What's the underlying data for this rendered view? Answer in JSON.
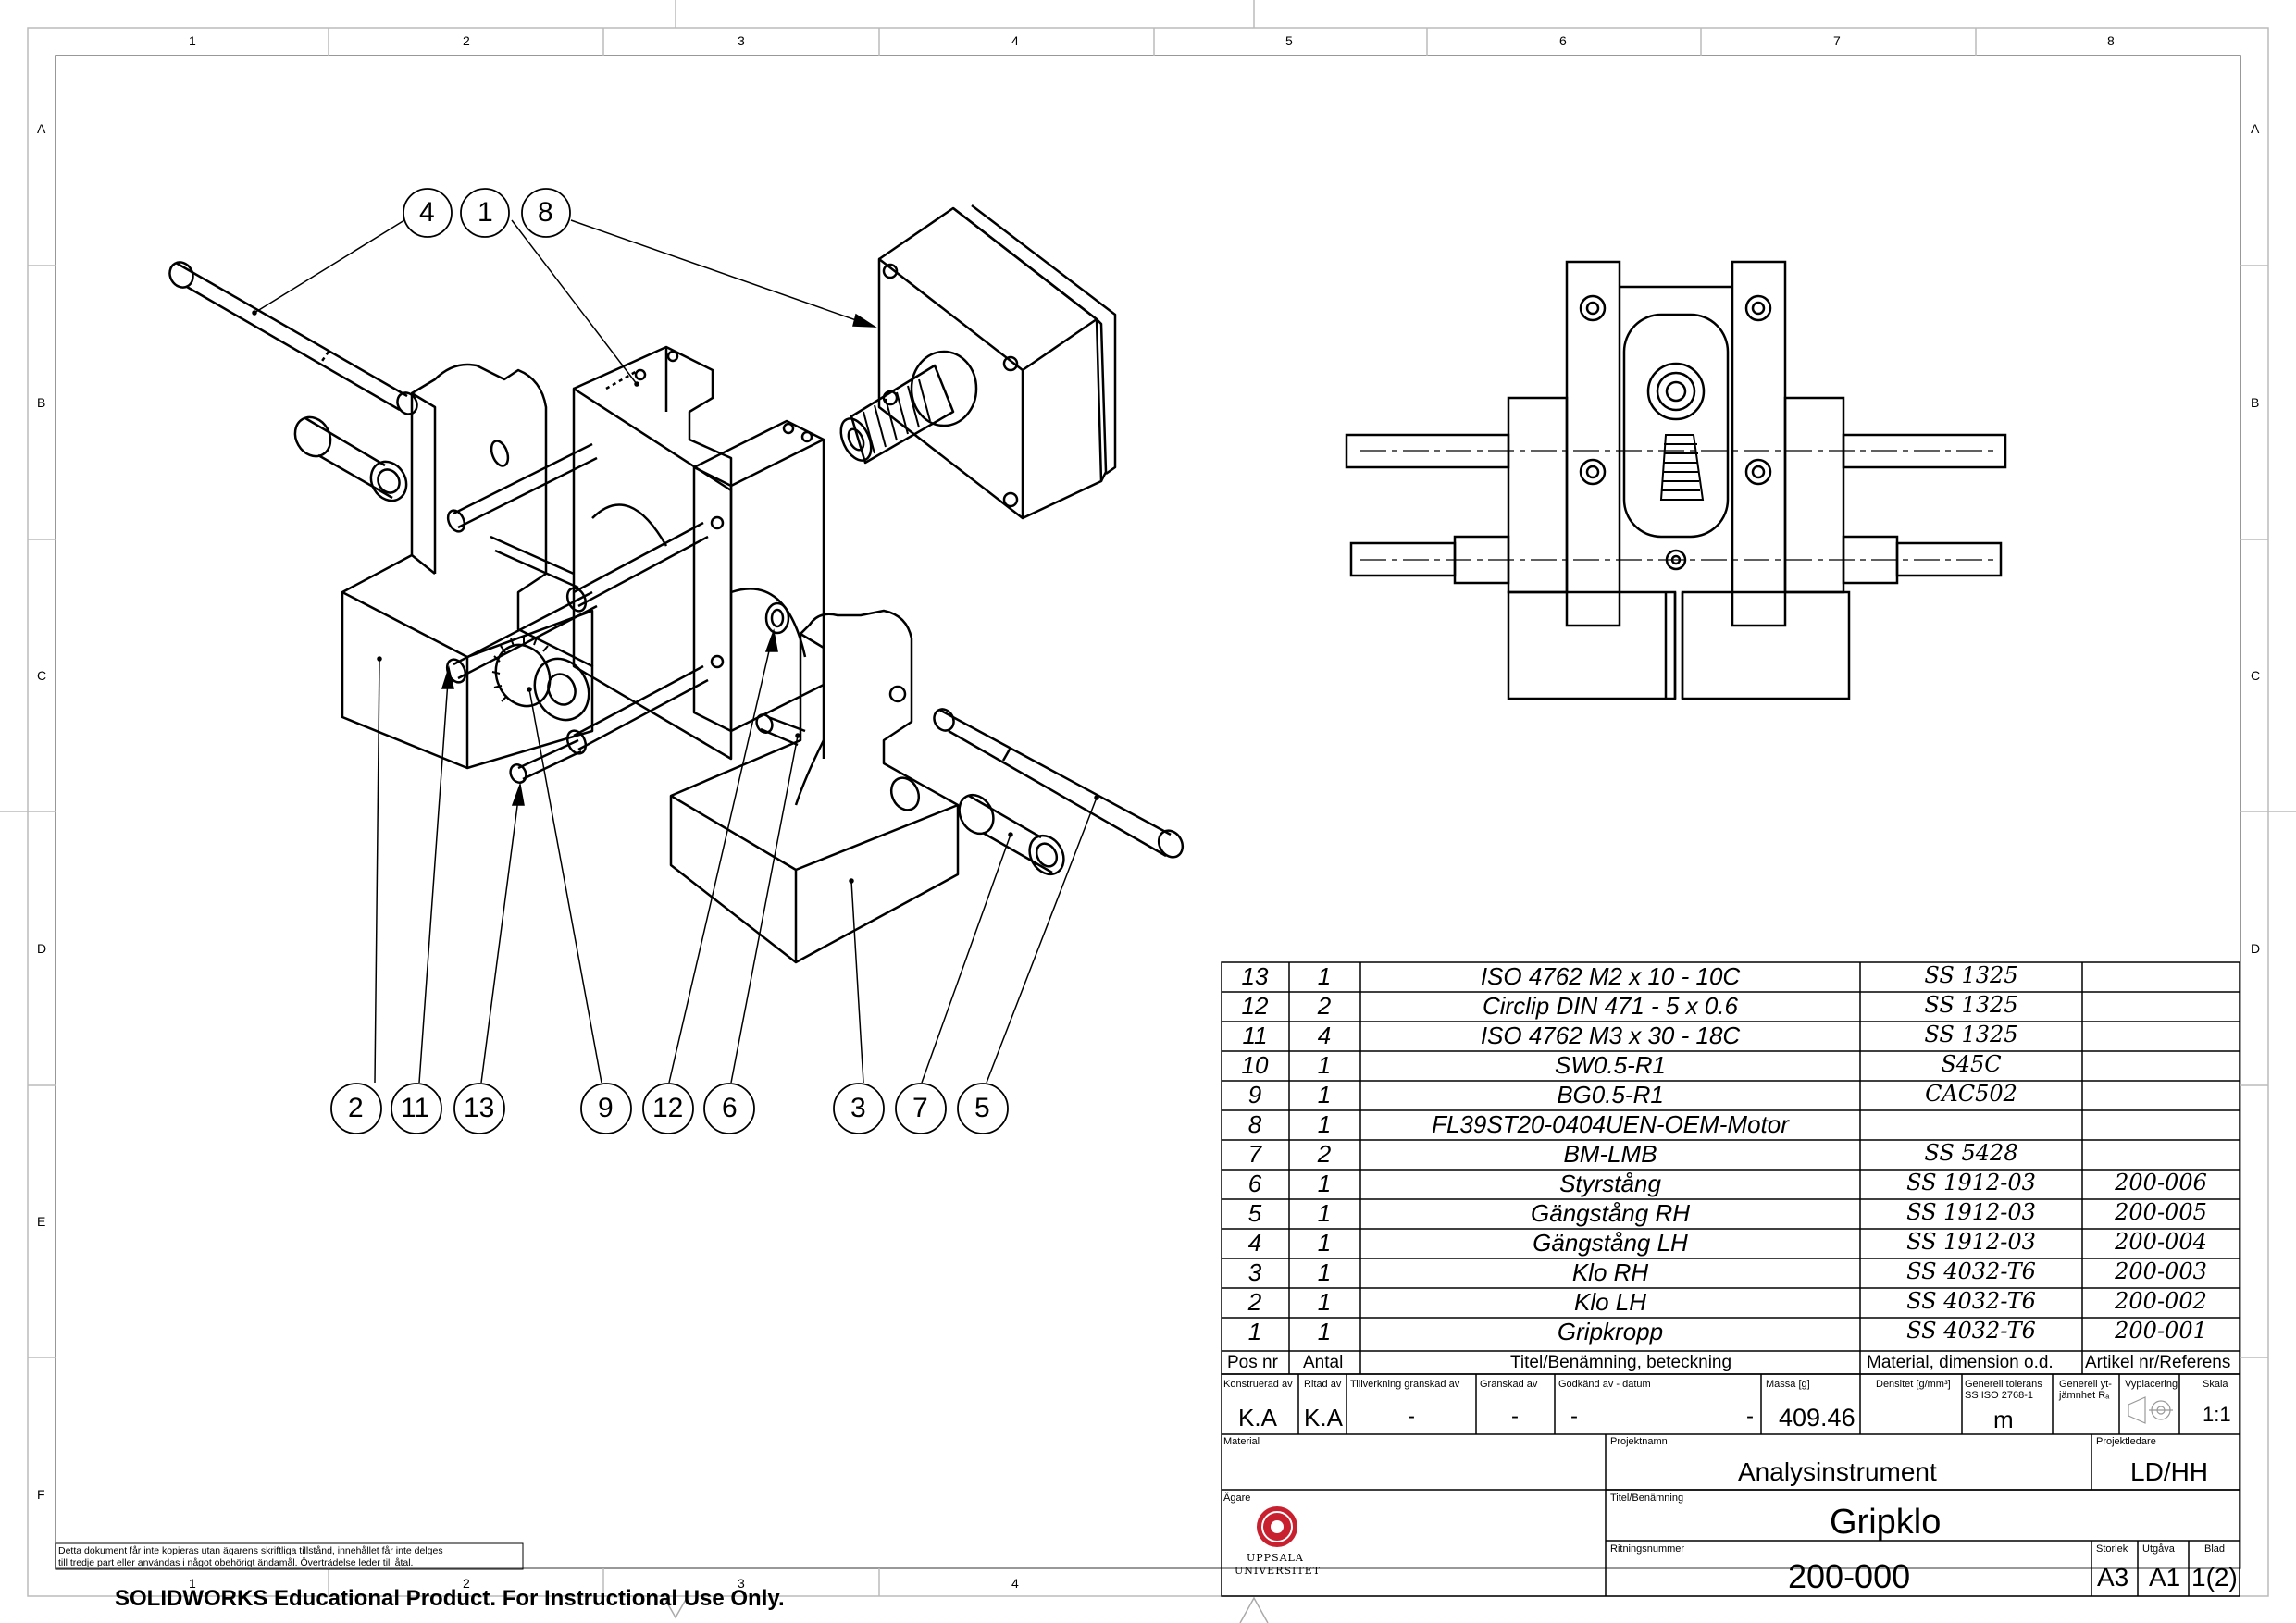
{
  "zones": {
    "columns_top": [
      "1",
      "2",
      "3",
      "4",
      "5",
      "6",
      "7",
      "8"
    ],
    "columns_bottom": [
      "1",
      "2",
      "3",
      "4"
    ],
    "rows": [
      "A",
      "B",
      "C",
      "D",
      "E",
      "F"
    ]
  },
  "balloons": {
    "top": [
      "4",
      "1",
      "8"
    ],
    "bottom": [
      "2",
      "11",
      "13",
      "9",
      "12",
      "6",
      "3",
      "7",
      "5"
    ]
  },
  "bom": {
    "rows": [
      {
        "pos": "13",
        "qty": "1",
        "title": "ISO 4762 M2 x 10 - 10C",
        "material": "SS 1325",
        "ref": ""
      },
      {
        "pos": "12",
        "qty": "2",
        "title": "Circlip DIN 471 - 5 x 0.6",
        "material": "SS 1325",
        "ref": ""
      },
      {
        "pos": "11",
        "qty": "4",
        "title": "ISO 4762 M3 x 30 - 18C",
        "material": "SS 1325",
        "ref": ""
      },
      {
        "pos": "10",
        "qty": "1",
        "title": "SW0.5-R1",
        "material": "S45C",
        "ref": ""
      },
      {
        "pos": "9",
        "qty": "1",
        "title": "BG0.5-R1",
        "material": "CAC502",
        "ref": ""
      },
      {
        "pos": "8",
        "qty": "1",
        "title": "FL39ST20-0404UEN-OEM-Motor",
        "material": "",
        "ref": ""
      },
      {
        "pos": "7",
        "qty": "2",
        "title": "BM-LMB",
        "material": "SS 5428",
        "ref": ""
      },
      {
        "pos": "6",
        "qty": "1",
        "title": "Styrstång",
        "material": "SS 1912-03",
        "ref": "200-006"
      },
      {
        "pos": "5",
        "qty": "1",
        "title": "Gängstång RH",
        "material": "SS 1912-03",
        "ref": "200-005"
      },
      {
        "pos": "4",
        "qty": "1",
        "title": "Gängstång LH",
        "material": "SS 1912-03",
        "ref": "200-004"
      },
      {
        "pos": "3",
        "qty": "1",
        "title": "Klo RH",
        "material": "SS 4032-T6",
        "ref": "200-003"
      },
      {
        "pos": "2",
        "qty": "1",
        "title": "Klo LH",
        "material": "SS 4032-T6",
        "ref": "200-002"
      },
      {
        "pos": "1",
        "qty": "1",
        "title": "Gripkropp",
        "material": "SS 4032-T6",
        "ref": "200-001"
      }
    ],
    "header": {
      "pos": "Pos nr",
      "qty": "Antal",
      "title": "Titel/Benämning, beteckning",
      "material": "Material, dimension o.d.",
      "ref": "Artikel nr/Referens"
    }
  },
  "titleblock": {
    "labels": {
      "konstruerad": "Konstruerad av",
      "ritad": "Ritad av",
      "tillverkning": "Tillverkning granskad av",
      "granskad": "Granskad av",
      "godkand": "Godkänd av  - datum",
      "massa": "Massa [g]",
      "densitet": "Densitet [g/mm³]",
      "tolerans": "Generell tolerans",
      "tolerans2": "SS ISO 2768-1",
      "ytjamnhet": "Generell yt-",
      "ytjamnhet2": "jämnhet Rₐ",
      "vyplacering": "Vyplacering",
      "skala": "Skala",
      "material": "Material",
      "projektnamn": "Projektnamn",
      "projektledare": "Projektledare",
      "agare": "Ägare",
      "titel": "Titel/Benämning",
      "ritningsnummer": "Ritningsnummer",
      "storlek": "Storlek",
      "utgava": "Utgåva",
      "blad": "Blad"
    },
    "values": {
      "konstruerad": "K.A",
      "ritad": "K.A",
      "tillverkning": "-",
      "granskad": "-",
      "godkand": "-",
      "godkand_datum": "-",
      "massa": "409.46",
      "tolerans": "m",
      "skala": "1:1",
      "projektnamn": "Analysinstrument",
      "projektledare": "LD/HH",
      "titel": "Gripklo",
      "ritningsnummer": "200-000",
      "storlek": "A3",
      "utgava": "A1",
      "blad": "1(2)"
    },
    "owner_logo_text": [
      "UPPSALA",
      "UNIVERSITET"
    ]
  },
  "notice": {
    "line1": "Detta dokument får inte kopieras utan ägarens skriftliga tillstånd, innehållet får inte delges",
    "line2": "till tredje part eller användas i något obehörigt ändamål. Överträdelse leder till åtal."
  },
  "watermark": "SOLIDWORKS Educational Product. For Instructional Use Only."
}
